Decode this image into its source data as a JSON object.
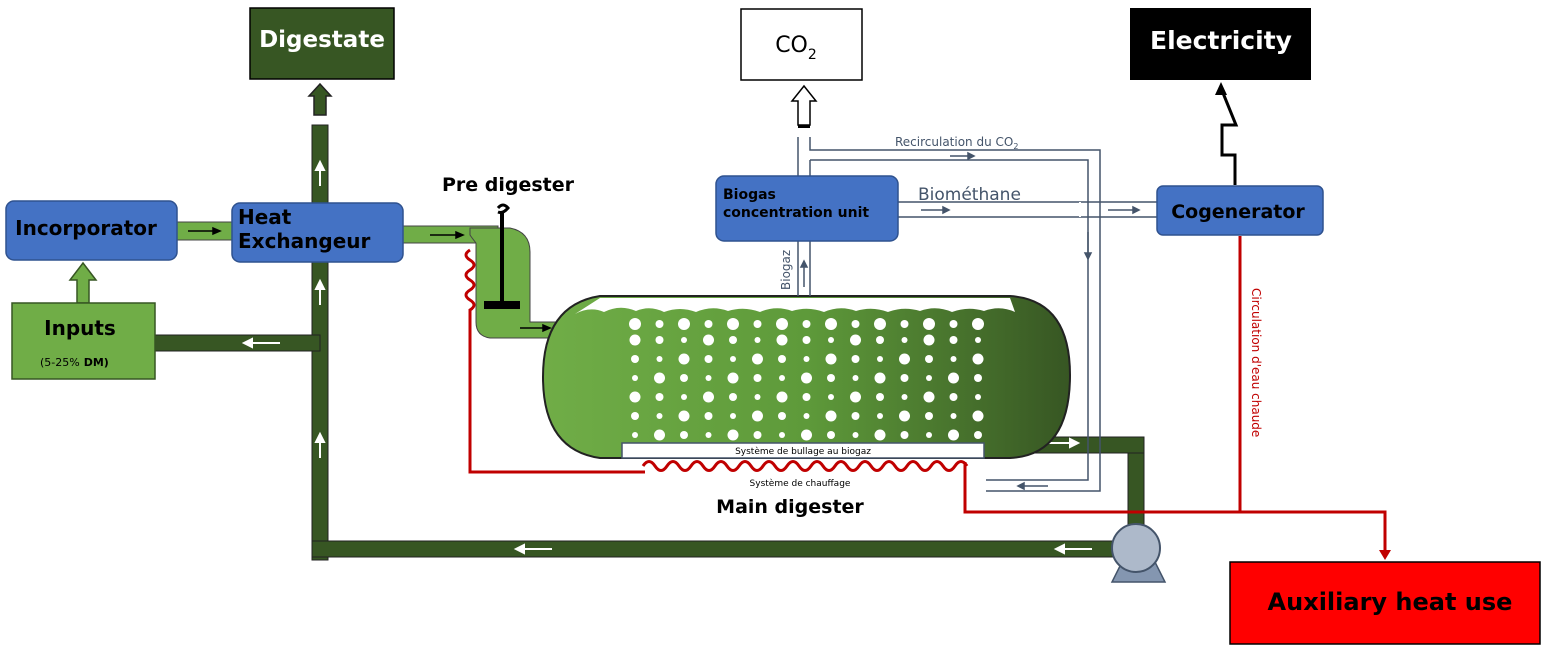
{
  "nodes": {
    "digestate": "Digestate",
    "co2_main": "CO",
    "co2_sub": "2",
    "electricity": "Electricity",
    "incorporator": "Incorporator",
    "heat_exchanger_line1": "Heat",
    "heat_exchanger_line2": "Exchangeur",
    "inputs": "Inputs",
    "inputs_sub_prefix": "(5-25%",
    "inputs_sub_bold": "DM)",
    "pre_digester": "Pre digester",
    "biogas_unit_line1": "Biogas",
    "biogas_unit_line2": "concentration unit",
    "cogenerator": "Cogenerator",
    "main_digester": "Main digester",
    "auxiliary_heat": "Auxiliary heat use"
  },
  "labels": {
    "recirculation_main": "Recirculation du CO",
    "recirculation_sub": "2",
    "biomethane": "Biométhane",
    "biogaz": "Biogaz",
    "bubbling_system": "Système   de   bullage   au   biogaz",
    "heating_system": "Système   de   chauffage",
    "hot_water": "Circulation d'eau chaude"
  },
  "colors": {
    "dark_green": "#375623",
    "light_green": "#70ad47",
    "blue_box": "#4472c4",
    "red": "#c00000",
    "aux_red": "#ff0000",
    "gray_line": "#44546a"
  }
}
